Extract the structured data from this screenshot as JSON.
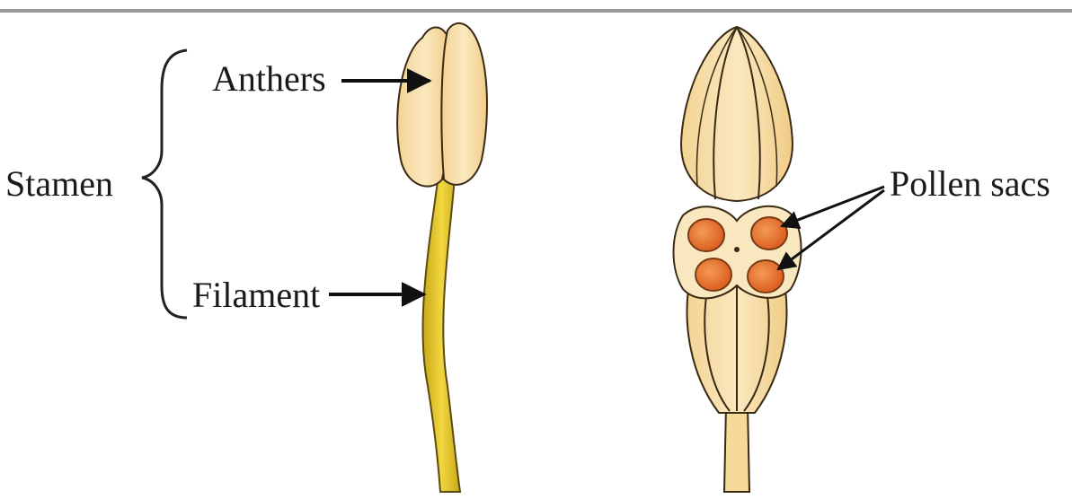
{
  "labels": {
    "anthers": "Anthers",
    "stamen": "Stamen",
    "filament": "Filament",
    "pollen_sacs": "Pollen sacs"
  },
  "colors": {
    "anther_fill": "#f8dfa6",
    "anther_stroke": "#3a2a14",
    "filament_fill": "#e6c62c",
    "filament_stroke": "#5a4a10",
    "pollen_fill": "#e8702c",
    "pollen_stroke": "#7a3a14",
    "top_rule": "#9a9a9a"
  }
}
